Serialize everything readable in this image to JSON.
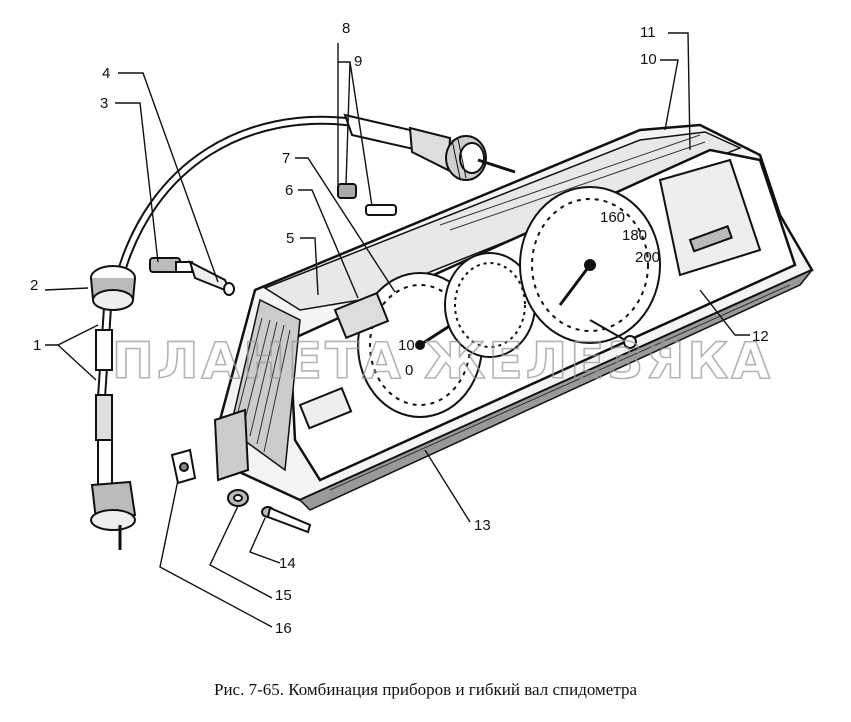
{
  "callouts": {
    "c1": "1",
    "c2": "2",
    "c3": "3",
    "c4": "4",
    "c5": "5",
    "c6": "6",
    "c7": "7",
    "c8": "8",
    "c9": "9",
    "c10": "10",
    "c11": "11",
    "c12": "12",
    "c13": "13",
    "c14": "14",
    "c15": "15",
    "c16": "16"
  },
  "watermark": "ПЛАНЕТА ЖЕЛЕЗЯКА",
  "caption": "Рис. 7-65. Комбинация приборов и гибкий вал спидометра",
  "gauges": {
    "tacho_zero": "0",
    "tacho_ten": "10",
    "speedo_ticks": [
      "160",
      "180",
      "200"
    ]
  }
}
